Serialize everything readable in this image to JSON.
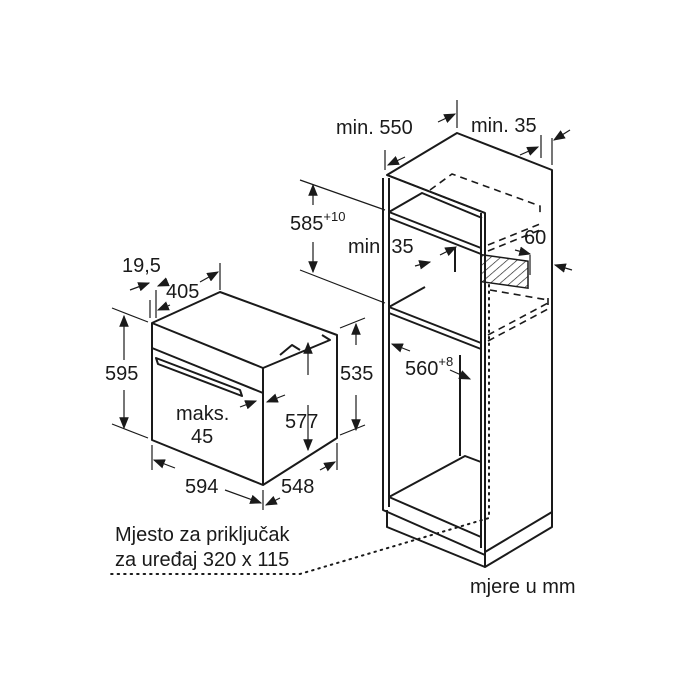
{
  "diagram": {
    "cabinet": {
      "width_label": "min. 550",
      "back_gap_label": "min. 35",
      "niche_height_value": "585",
      "niche_height_tolerance": "+10",
      "shelf_gap_label": "min. 35",
      "vent_label": "60",
      "niche_depth_value": "560",
      "niche_depth_tolerance": "+8"
    },
    "oven": {
      "door_offset_label": "19,5",
      "top_depth_label": "405",
      "height_label": "595",
      "body_height_label": "535",
      "max_label": "maks.",
      "max_value": "45",
      "inner_height_label": "577",
      "width_label": "594",
      "depth_label": "548"
    },
    "connection_note": [
      "Mjesto za priključak",
      "za uređaj 320 x 115"
    ],
    "units_note": "mjere u mm"
  }
}
